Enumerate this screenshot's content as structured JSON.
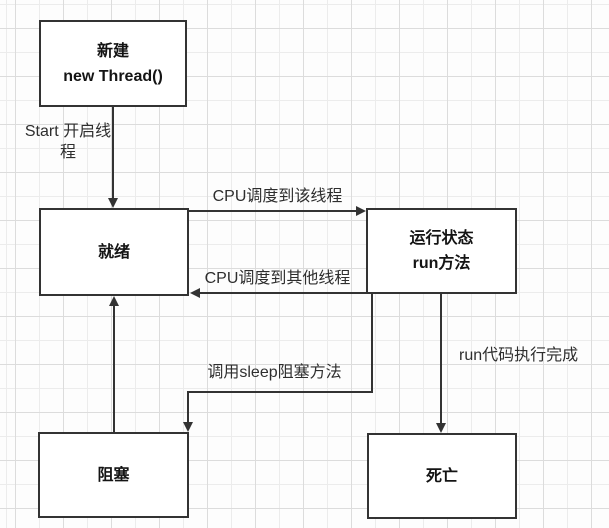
{
  "diagram": {
    "type": "flowchart",
    "colors": {
      "stroke": "#333333",
      "node_fill": "#ffffff",
      "label_text": "#2e2e2e",
      "grid_minor": "#ececec",
      "grid_major": "#dcdcdc",
      "canvas_bg": "#fdfdfd"
    },
    "nodes": [
      {
        "id": "new",
        "lines": [
          "新建",
          "new Thread()"
        ]
      },
      {
        "id": "ready",
        "lines": [
          "就绪",
          ""
        ]
      },
      {
        "id": "running",
        "lines": [
          "运行状态",
          "run方法"
        ]
      },
      {
        "id": "blocked",
        "lines": [
          "阻塞",
          ""
        ]
      },
      {
        "id": "dead",
        "lines": [
          "死亡",
          ""
        ]
      }
    ],
    "edges": [
      {
        "id": "new-to-ready",
        "label": "Start 开启线程"
      },
      {
        "id": "ready-to-running",
        "label": "CPU调度到该线程"
      },
      {
        "id": "running-to-ready",
        "label": "CPU调度到其他线程"
      },
      {
        "id": "blocked-to-ready",
        "label": ""
      },
      {
        "id": "running-to-blocked",
        "label": "调用sleep阻塞方法"
      },
      {
        "id": "running-to-dead",
        "label": "run代码执行完成"
      }
    ]
  }
}
